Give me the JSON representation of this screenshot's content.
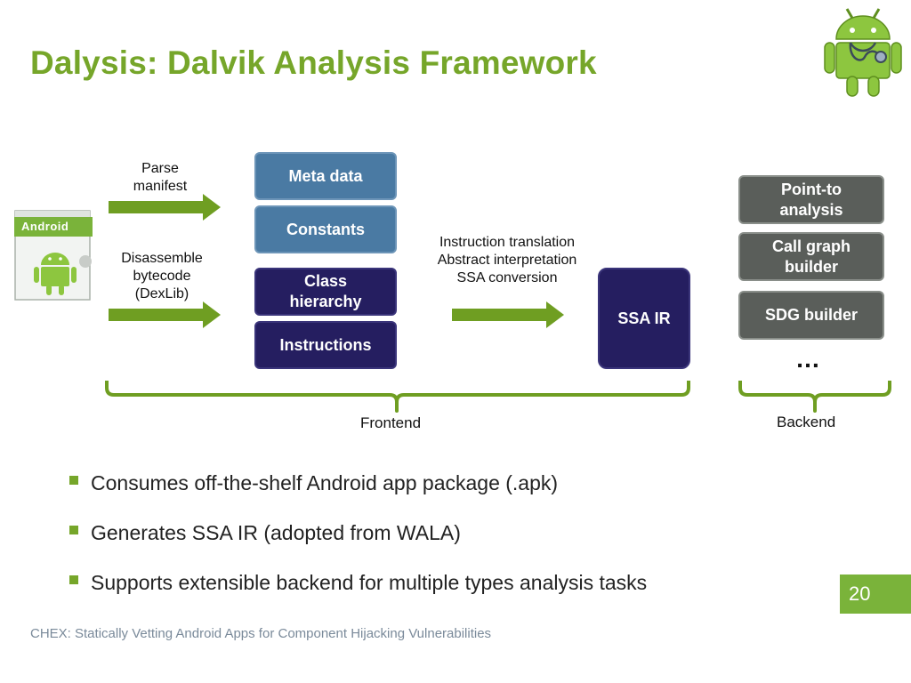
{
  "title": "Dalysis: Dalvik Analysis Framework",
  "apk_label": "Android",
  "steps": {
    "parse_manifest": [
      "Parse",
      "manifest"
    ],
    "disassemble": [
      "Disassemble",
      "bytecode",
      "(DexLib)"
    ],
    "translation": [
      "Instruction translation",
      "Abstract interpretation",
      "SSA conversion"
    ]
  },
  "frontend_boxes": {
    "meta_data": "Meta data",
    "constants": "Constants",
    "class_hierarchy": [
      "Class",
      "hierarchy"
    ],
    "instructions": "Instructions"
  },
  "ssa_ir": "SSA IR",
  "backend_boxes": {
    "point_to": [
      "Point-to",
      "analysis"
    ],
    "call_graph": [
      "Call graph",
      "builder"
    ],
    "sdg": "SDG builder",
    "more": "…"
  },
  "braces": {
    "frontend": "Frontend",
    "backend": "Backend"
  },
  "bullets": [
    "Consumes off-the-shelf Android app package (.apk)",
    "Generates SSA IR (adopted from WALA)",
    "Supports extensible backend for multiple types analysis tasks"
  ],
  "page_number": "20",
  "footer": "CHEX: Statically Vetting Android Apps for Component Hijacking Vulnerabilities",
  "colors": {
    "accent_green": "#76a62a",
    "meta_blue": "#4a7aa3",
    "dark_navy": "#251e60",
    "backend_gray": "#5a5e5a"
  }
}
